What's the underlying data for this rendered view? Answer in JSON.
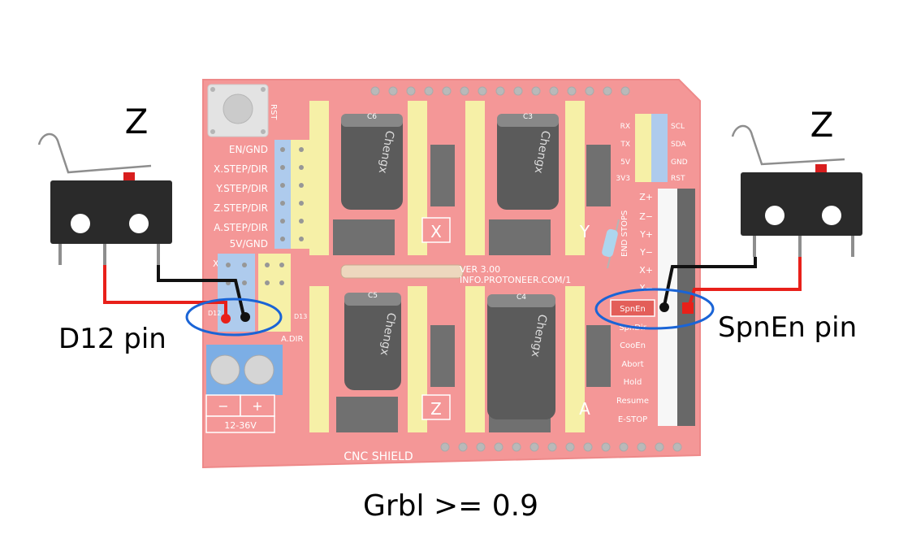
{
  "labels": {
    "left_axis": "Z",
    "right_axis": "Z",
    "left_pin": "D12 pin",
    "right_pin": "SpnEn pin",
    "caption": "Grbl >= 0.9"
  },
  "board": {
    "name": "CNC SHIELD",
    "version": "VER 3.00",
    "site": "INFO.PROTONEER.COM/1",
    "reset": "RST",
    "voltage": "12-36V",
    "minus": "−",
    "plus": "+",
    "left_pins": [
      "EN/GND",
      "X.STEP/DIR",
      "Y.STEP/DIR",
      "Z.STEP/DIR",
      "A.STEP/DIR",
      "5V/GND"
    ],
    "end_stops_title": "END STOPS",
    "end_stops": [
      "Z+",
      "Z−",
      "Y+",
      "Y−",
      "X+",
      "X−"
    ],
    "control_pins": [
      "SpnEn",
      "SpnDir",
      "CooEn",
      "Abort",
      "Hold",
      "Resume",
      "E-STOP"
    ],
    "uart_pins": [
      "RX",
      "TX",
      "5V",
      "3V3"
    ],
    "i2c_pins": [
      "SCL",
      "SDA",
      "GND",
      "RST"
    ],
    "driver_labels": [
      "X",
      "Y",
      "Z",
      "A"
    ],
    "cap_labels": [
      "C6",
      "C3",
      "C5",
      "C4"
    ],
    "cap_brand": "Chengx",
    "d12": "D12",
    "d13": "D13",
    "a_dir": "A.DIR",
    "x_mark": "X"
  },
  "colors": {
    "board_red": "#f06f6f",
    "header_yellow": "#f3ea86",
    "header_blue": "#8fb8e6",
    "wire_red": "#e8201a",
    "wire_black": "#111111",
    "highlight": "#1a64d6",
    "switch_body": "#2a2a2a"
  }
}
